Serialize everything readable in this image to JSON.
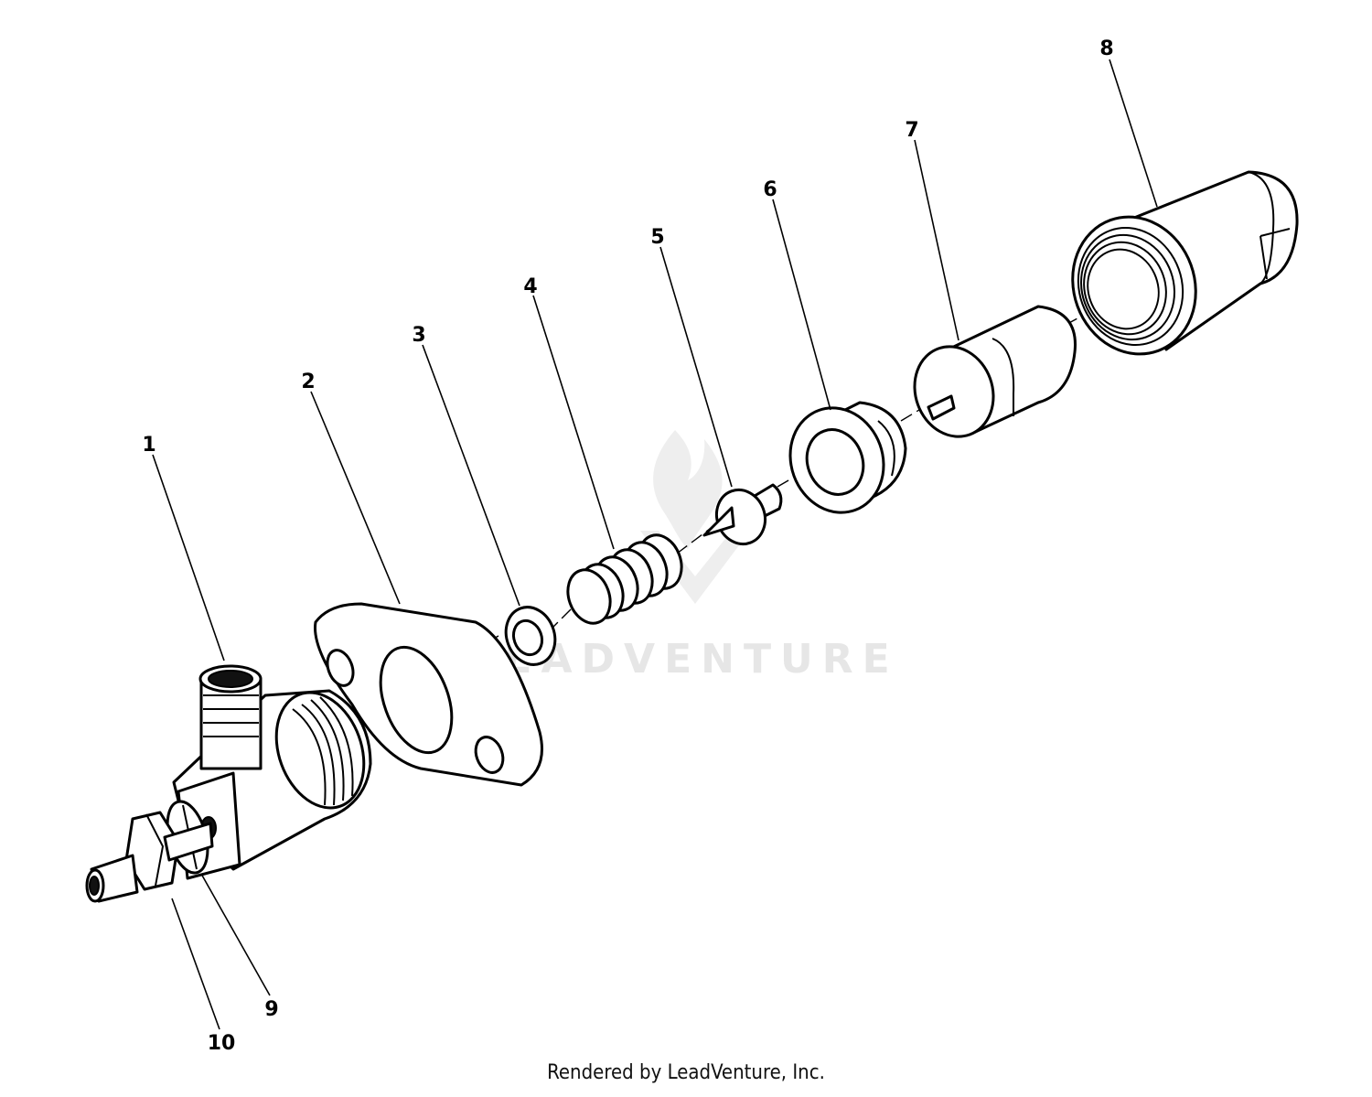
{
  "watermark": {
    "text": "LEADVENTURE"
  },
  "callouts": [
    {
      "id": "1",
      "label": "1"
    },
    {
      "id": "2",
      "label": "2"
    },
    {
      "id": "3",
      "label": "3"
    },
    {
      "id": "4",
      "label": "4"
    },
    {
      "id": "5",
      "label": "5"
    },
    {
      "id": "6",
      "label": "6"
    },
    {
      "id": "7",
      "label": "7"
    },
    {
      "id": "8",
      "label": "8"
    },
    {
      "id": "9",
      "label": "9"
    },
    {
      "id": "10",
      "label": "10"
    }
  ],
  "footer": {
    "text": "Rendered by LeadVenture, Inc."
  }
}
